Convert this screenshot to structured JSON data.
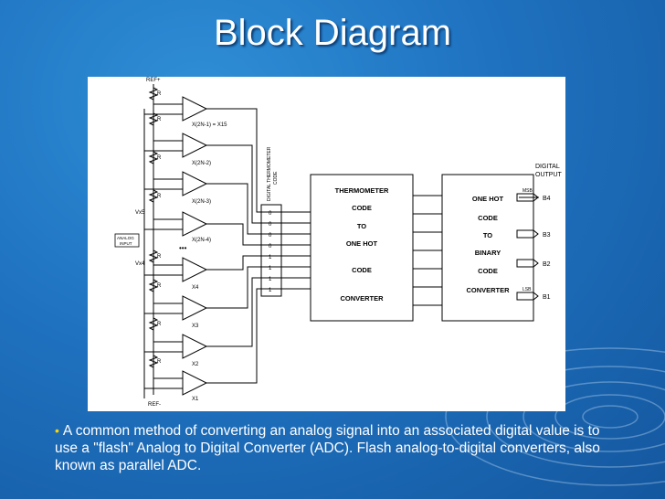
{
  "slide": {
    "title": "Block Diagram",
    "bullet": "•",
    "caption": "A common method of converting an analog signal into an associated digital value is to use a \"flash\" Analog to Digital Converter (ADC). Flash analog-to-digital converters, also known as parallel ADC."
  },
  "diagram": {
    "ref_top": "REF+",
    "ref_bottom": "REF-",
    "resistor_label": "R",
    "vx5": "Vx5",
    "vx4": "Vx4",
    "analog_input": [
      "ANALOG",
      "INPUT"
    ],
    "dots": "•••",
    "comparator_labels": [
      "X(2N-1) = X15",
      "X(2N-2)",
      "X(2N-3)",
      "X(2N-4)",
      "X4",
      "X3",
      "X2",
      "X1"
    ],
    "thermo_code_header": [
      "DIGITAL THERMOMETER",
      "CODE"
    ],
    "thermo_bits": [
      "0",
      "0",
      "0",
      "0",
      "1",
      "1",
      "1",
      "1"
    ],
    "block1_lines": [
      "THERMOMETER",
      "CODE",
      "TO",
      "ONE HOT",
      "CODE",
      "CONVERTER"
    ],
    "block2_lines": [
      "ONE HOT",
      "CODE",
      "TO",
      "BINARY",
      "CODE",
      "CONVERTER"
    ],
    "output_header": [
      "DIGITAL",
      "OUTPUT"
    ],
    "msb": "MSB",
    "lsb": "LSB",
    "outputs": [
      "B4",
      "B3",
      "B2",
      "B1"
    ]
  }
}
